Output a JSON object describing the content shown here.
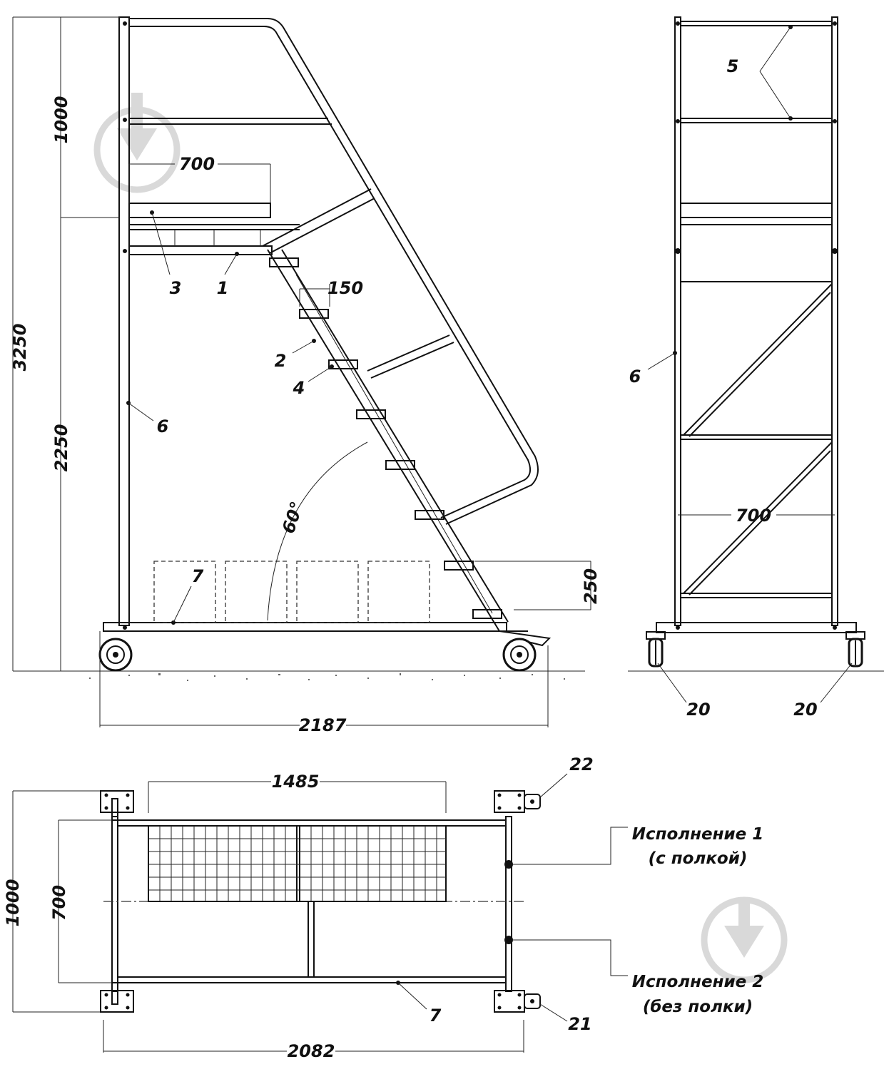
{
  "side_view": {
    "dims": {
      "total_height": "3250",
      "rail_height": "1000",
      "platform_height": "2250",
      "platform_depth": "700",
      "step_depth": "150",
      "angle": "60°",
      "bottom_height": "250",
      "base_length": "2187"
    },
    "labels": [
      "1",
      "2",
      "3",
      "4",
      "6",
      "7"
    ]
  },
  "front_view": {
    "dims": {
      "width": "700"
    },
    "labels": [
      "5",
      "6",
      "20",
      "20"
    ]
  },
  "top_view": {
    "dims": {
      "total_width": "1000",
      "inner_width": "700",
      "shelf_length": "1485",
      "total_length": "2082"
    },
    "labels": [
      "7",
      "21",
      "22"
    ],
    "variant_1": {
      "title": "Исполнение 1",
      "subtitle": "(с полкой)"
    },
    "variant_2": {
      "title": "Исполнение 2",
      "subtitle": "(без полки)"
    }
  }
}
